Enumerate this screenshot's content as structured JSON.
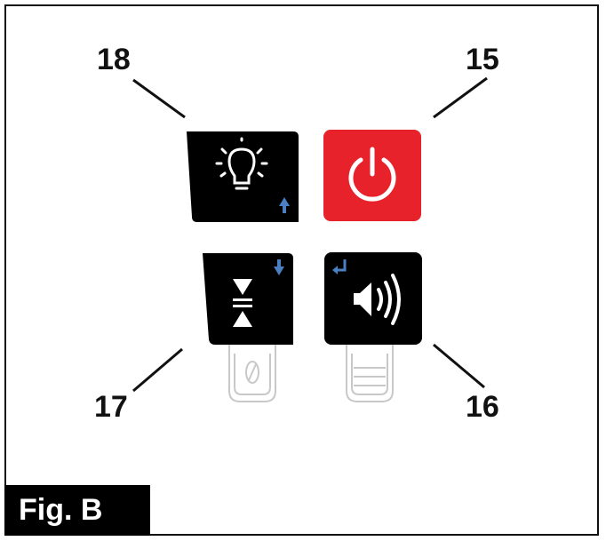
{
  "callouts": {
    "c15": "15",
    "c16": "16",
    "c17": "17",
    "c18": "18"
  },
  "figure_label": "Fig. B",
  "buttons": [
    {
      "id": "light",
      "icon": "light-bulb-icon",
      "sub_icon": "arrow-up-icon",
      "color": "#000000",
      "callout": "18"
    },
    {
      "id": "power",
      "icon": "power-icon",
      "color": "#e8222b",
      "callout": "15"
    },
    {
      "id": "zoom",
      "icon": "zoom-compress-icon",
      "sub_icon": "arrow-down-icon",
      "color": "#000000",
      "callout": "17"
    },
    {
      "id": "sound",
      "icon": "speaker-icon",
      "sub_icon": "enter-arrow-icon",
      "color": "#000000",
      "callout": "16"
    }
  ],
  "colors": {
    "accent_blue": "#4a7fc1",
    "power_red": "#e8222b",
    "tab_gray": "#c8c8c8"
  }
}
